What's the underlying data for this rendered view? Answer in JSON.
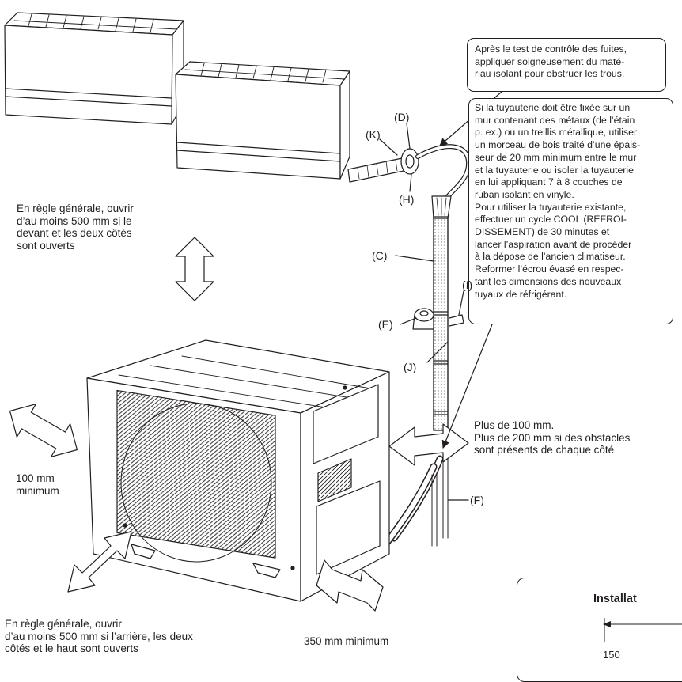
{
  "box_top": {
    "lines": [
      "Après le test de contrôle des fuites,",
      "appliquer soigneusement du maté-",
      "riau isolant pour obstruer les trous."
    ]
  },
  "box_main": {
    "lines": [
      "Si la tuyauterie doit être fixée sur un",
      "mur contenant des métaux (de l’étain",
      "p. ex.) ou un treillis métallique, utiliser",
      "un morceau de bois traité d’une épais-",
      "seur de 20 mm minimum entre le mur",
      "et la tuyauterie ou isoler la tuyauterie",
      "en lui appliquant 7 à 8 couches de",
      "ruban isolant en vinyle.",
      "Pour utiliser la tuyauterie existante,",
      "effectuer un cycle COOL (REFROI-",
      "DISSEMENT) de 30 minutes et",
      "lancer l’aspiration avant de procéder",
      "à la dépose de l’ancien climatiseur.",
      "Reformer l’écrou évasé en respec-",
      "tant les dimensions des nouveaux",
      "tuyaux de réfrigérant."
    ]
  },
  "note_front": {
    "lines": [
      "En règle générale, ouvrir",
      "d’au moins 500 mm si le",
      "devant et les deux côtés",
      "sont ouverts"
    ]
  },
  "note_side_left": {
    "lines": [
      "100 mm",
      "minimum"
    ]
  },
  "note_side_right": {
    "lines": [
      "Plus de 100 mm.",
      "Plus de 200 mm si des obstacles",
      "sont présents de chaque côté"
    ]
  },
  "note_back": {
    "lines": [
      "En règle générale, ouvrir",
      "d’au moins 500 mm si l’arrière, les deux",
      "côtés et le haut sont ouverts"
    ]
  },
  "note_bottom": {
    "text": "350 mm minimum"
  },
  "labels": {
    "K": "(K)",
    "D": "(D)",
    "H": "(H)",
    "C": "(C)",
    "E": "(E)",
    "I": "(I)",
    "J": "(J)",
    "F": "(F)"
  },
  "installation_panel": {
    "title": "Installat",
    "dimension": "150"
  },
  "colors": {
    "ink": "#231f20",
    "paper": "#ffffff"
  }
}
